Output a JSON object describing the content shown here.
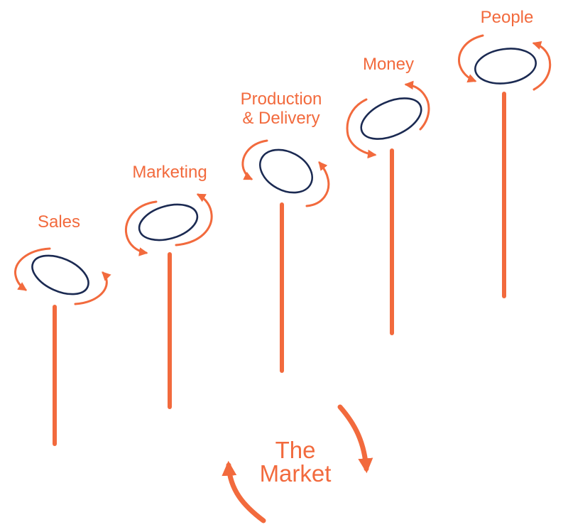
{
  "diagram": {
    "plates": [
      {
        "label": "Sales"
      },
      {
        "label": "Marketing"
      },
      {
        "label": "Production",
        "label2": "& Delivery"
      },
      {
        "label": "Money"
      },
      {
        "label": "People"
      }
    ],
    "center": {
      "line1": "The",
      "line2": "Market"
    }
  },
  "colors": {
    "accent": "#f26a3d",
    "plate_outline": "#1b2a52",
    "background": "#ffffff"
  },
  "icons": {
    "spin_arrows": "rotation-arrow-icon",
    "cycle_arrows": "cycle-arrow-icon"
  }
}
